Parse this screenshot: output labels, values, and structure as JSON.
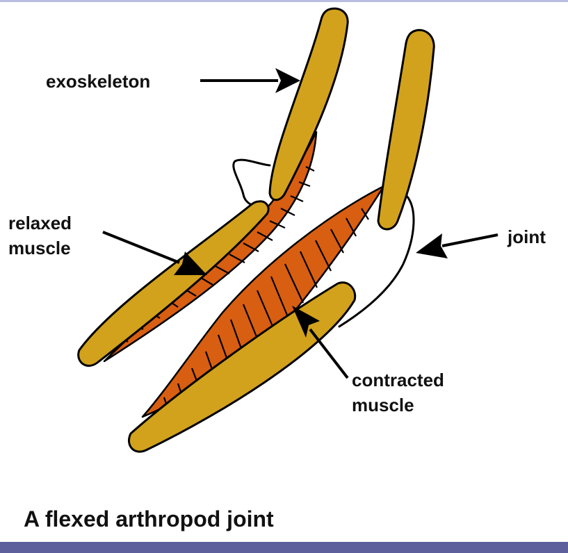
{
  "labels": {
    "exoskeleton": "exoskeleton",
    "relaxed_1": "relaxed",
    "relaxed_2": "muscle",
    "joint": "joint",
    "contracted_1": "contracted",
    "contracted_2": "muscle"
  },
  "caption": "A flexed arthropod joint",
  "colors": {
    "exoskeleton": "#d2a21c",
    "muscle": "#d85e12",
    "outline": "#000000",
    "bottom_bar": "#5d5f9c"
  }
}
